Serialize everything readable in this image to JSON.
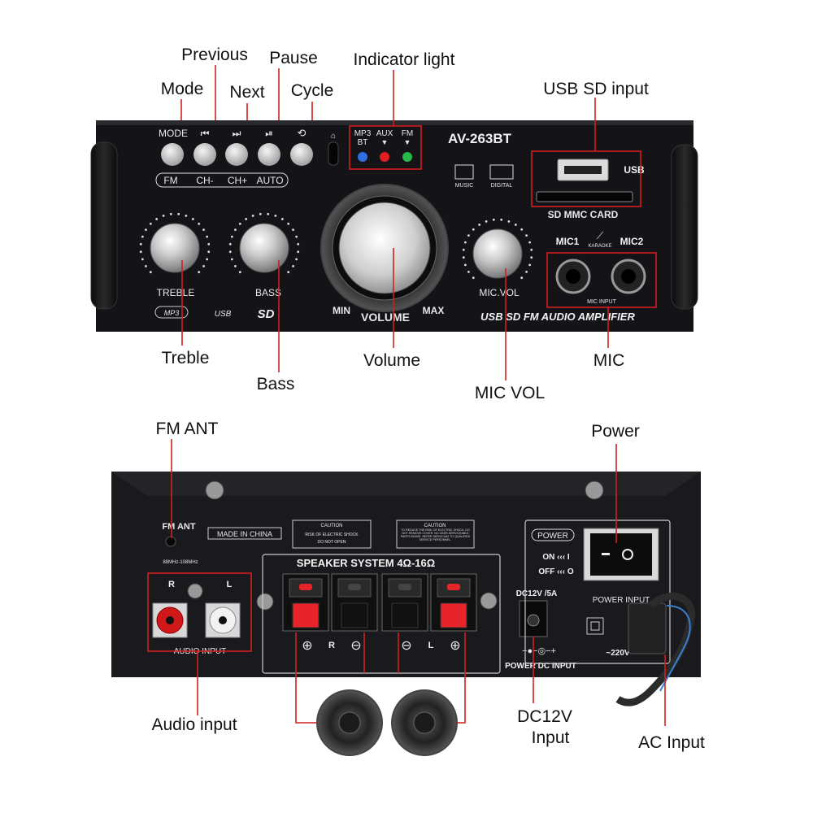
{
  "callouts": {
    "mode": "Mode",
    "previous": "Previous",
    "next": "Next",
    "pause": "Pause",
    "cycle": "Cycle",
    "indicator_light": "Indicator light",
    "usb_sd_input": "USB SD input",
    "treble": "Treble",
    "bass": "Bass",
    "volume": "Volume",
    "mic_vol": "MIC VOL",
    "mic": "MIC",
    "fm_ant": "FM ANT",
    "power": "Power",
    "audio_input": "Audio input",
    "dc12v_input_line1": "DC12V",
    "dc12v_input_line2": "Input",
    "ac_input": "AC Input"
  },
  "front_panel": {
    "model": "AV-263BT",
    "button_labels": [
      "MODE",
      "⏮",
      "⏭",
      "⏯",
      "⟲"
    ],
    "button_sub_labels": [
      "FM",
      "CH-",
      "CH+",
      "AUTO"
    ],
    "indicator_labels": {
      "mp3": "MP3",
      "bt": "BT",
      "aux": "AUX",
      "fm": "FM"
    },
    "indicator_colors": {
      "mp3_bt": "#2f6fe0",
      "aux": "#e02020",
      "fm": "#27b84a"
    },
    "music_label": "MUSIC",
    "digital_label": "DIGITAL",
    "usb_label": "USB",
    "sd_card_label": "SD MMC CARD",
    "treble_label": "TREBLE",
    "bass_label": "BASS",
    "volume_label": "VOLUME",
    "volume_min": "MIN",
    "volume_max": "MAX",
    "mic_vol_label": "MIC.VOL",
    "mic1_label": "MIC1",
    "mic2_label": "MIC2",
    "karaoke_label": "KARAOKE",
    "mic_input_label": "MIC INPUT",
    "logo_mp3": "MP3",
    "logo_usb": "USB",
    "logo_sd": "SD",
    "footer_title": "USB SD FM AUDIO AMPLIFIER"
  },
  "rear_panel": {
    "fm_ant_label": "FM ANT",
    "fm_freq": "88MHz-108MHz",
    "made_in": "MADE IN CHINA",
    "caution_title": "CAUTION",
    "caution1_text1": "RISK OF ELECTRIC SHOCK",
    "caution1_text2": "DO NOT OPEN",
    "caution2_text": "TO REDUCE THE RISK OF ELECTRIC SHOCK, DO NOT REMOVE COVER. NO USER-SERVICEABLE PARTS INSIDE. REFER SERVICING TO QUALIFIED SERVICE PERSONNEL.",
    "speaker_system": "SPEAKER SYSTEM 4Ω-16Ω",
    "channel_r": "R",
    "channel_l": "L",
    "audio_input_label": "AUDIO INPUT",
    "power_label": "POWER",
    "on_label": "ON ‹‹‹ I",
    "off_label": "OFF ‹‹‹ O",
    "dc_label": "DC12V /5A",
    "power_dc_input": "POWER DC INPUT",
    "power_input_label": "POWER INPUT",
    "ac_voltage": "~220V"
  },
  "colors": {
    "callout_line": "#d21f1f",
    "panel": "#16161a",
    "indicator_blue": "#2f6fe0",
    "indicator_red": "#e02020",
    "indicator_green": "#27b84a",
    "rca_red": "#d01818",
    "terminal_red": "#e8242b"
  }
}
